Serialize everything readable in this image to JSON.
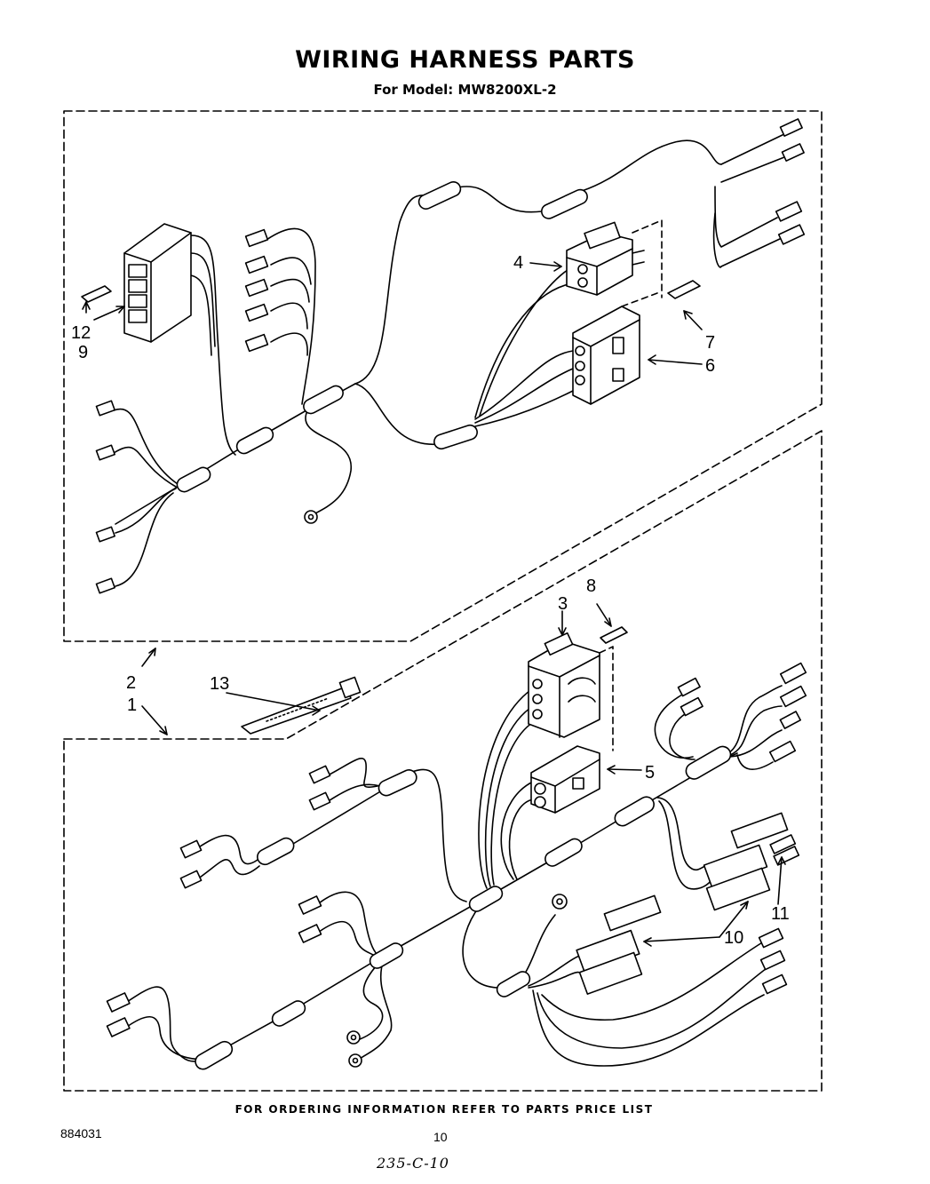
{
  "header": {
    "title": "WIRING HARNESS PARTS",
    "subtitle": "For Model: MW8200XL-2"
  },
  "callouts": {
    "c1": "1",
    "c2": "2",
    "c3": "3",
    "c4": "4",
    "c5": "5",
    "c6": "6",
    "c7": "7",
    "c8": "8",
    "c9": "9",
    "c10": "10",
    "c11": "11",
    "c12": "12",
    "c13": "13"
  },
  "footer": {
    "ordering_note": "FOR ORDERING INFORMATION REFER TO PARTS PRICE LIST",
    "doc_number": "884031",
    "page_number": "10",
    "handwritten_note": "235-C-10"
  }
}
